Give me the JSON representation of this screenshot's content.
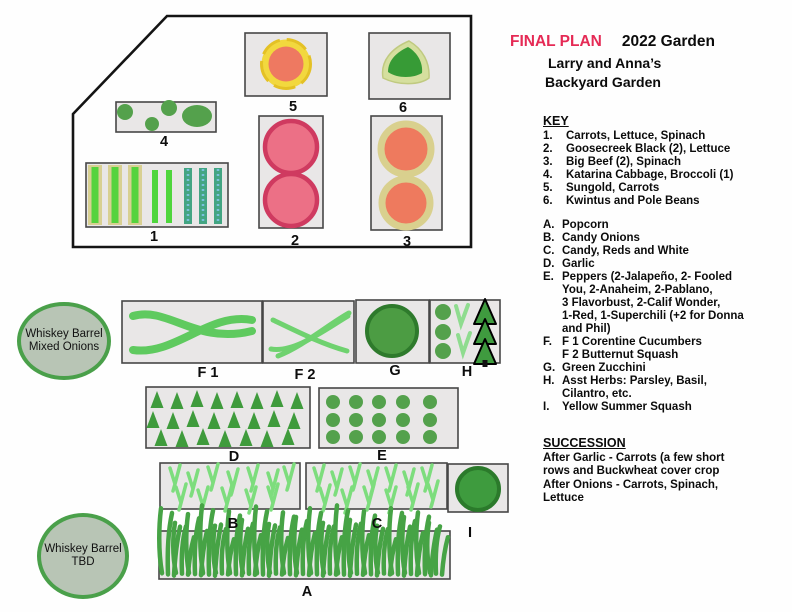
{
  "header": {
    "final_plan": "FINAL PLAN",
    "year": "2022 Garden",
    "line2": "Larry and Anna’s",
    "line3": "Backyard Garden"
  },
  "key": {
    "heading": "KEY",
    "numbered": [
      {
        "num": "1.",
        "text": "Carrots, Lettuce, Spinach"
      },
      {
        "num": "2.",
        "text": "Goosecreek Black (2), Lettuce"
      },
      {
        "num": "3.",
        "text": "Big Beef (2), Spinach"
      },
      {
        "num": "4.",
        "text": "Katarina Cabbage, Broccoli (1)"
      },
      {
        "num": "5.",
        "text": "Sungold, Carrots"
      },
      {
        "num": "6.",
        "text": "Kwintus and Pole Beans"
      }
    ],
    "lettered": [
      {
        "letter": "A.",
        "lines": [
          "Popcorn"
        ]
      },
      {
        "letter": "B.",
        "lines": [
          "Candy Onions"
        ]
      },
      {
        "letter": "C.",
        "lines": [
          "Candy, Reds and White"
        ]
      },
      {
        "letter": "D.",
        "lines": [
          "Garlic"
        ]
      },
      {
        "letter": "E.",
        "lines": [
          "Peppers (2-Jalapeño, 2- Fooled",
          "You, 2-Anaheim, 2-Pablano,",
          "3 Flavorbust, 2-Calif Wonder,",
          "1-Red, 1-Superchili (+2 for Donna",
          "and Phil)"
        ]
      },
      {
        "letter": "F.",
        "lines": [
          "F 1 Corentine Cucumbers",
          "F 2 Butternut Squash"
        ]
      },
      {
        "letter": "G.",
        "lines": [
          "Green Zucchini"
        ]
      },
      {
        "letter": "H.",
        "lines": [
          "Asst Herbs: Parsley, Basil,",
          "Cilantro, etc."
        ]
      },
      {
        "letter": "I.",
        "lines": [
          "Yellow Summer Squash"
        ]
      }
    ]
  },
  "succession": {
    "heading": "SUCCESSION",
    "lines": [
      "After Garlic - Carrots (a few short",
      "rows and Buckwheat cover crop",
      "After Onions - Carrots, Spinach,",
      "Lettuce"
    ]
  },
  "beds": {
    "b1": {
      "label": "1"
    },
    "b2": {
      "label": "2"
    },
    "b3": {
      "label": "3"
    },
    "b4": {
      "label": "4"
    },
    "b5": {
      "label": "5"
    },
    "b6": {
      "label": "6"
    },
    "f1": {
      "label": "F 1"
    },
    "f2": {
      "label": "F 2"
    },
    "g": {
      "label": "G"
    },
    "h": {
      "label": "H"
    },
    "d": {
      "label": "D"
    },
    "e": {
      "label": "E"
    },
    "b": {
      "label": "B"
    },
    "c": {
      "label": "C"
    },
    "i": {
      "label": "I"
    },
    "a": {
      "label": "A"
    }
  },
  "barrels": {
    "onions": {
      "line1": "Whiskey Barrel",
      "line2": "Mixed Onions"
    },
    "tbd": {
      "line1": "Whiskey Barrel",
      "line2": "TBD"
    }
  },
  "colors": {
    "accent": "#e52a55",
    "bed_fill": "#e9e7e7",
    "green": "#54a14c",
    "dark_green": "#3f9b3c",
    "bright_green": "#55d33e",
    "light_green": "#7ddd7d",
    "grass_green": "#46a345",
    "teal_green": "#43a582",
    "salmon": "#ee7961",
    "yellow_ring": "#f2d83e",
    "khaki_ring": "#d9d08e",
    "pink": "#ec7086",
    "barrel_fill": "#b8c5b5",
    "barrel_border": "#4aa04a"
  }
}
